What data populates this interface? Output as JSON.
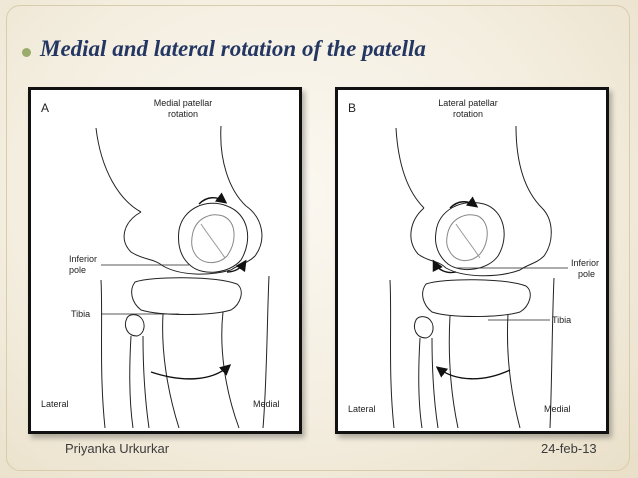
{
  "slide": {
    "title": "Medial and lateral rotation of the patella",
    "author": "Priyanka Urkurkar",
    "date": "24-feb-13"
  },
  "panels": [
    {
      "letter": "A",
      "heading_lines": [
        "Medial patellar",
        "rotation"
      ],
      "label_inferior_pole_lines": [
        "Inferior",
        "pole"
      ],
      "label_tibia": "Tibia",
      "label_lateral": "Lateral",
      "label_medial": "Medial"
    },
    {
      "letter": "B",
      "heading_lines": [
        "Lateral patellar",
        "rotation"
      ],
      "label_inferior_pole_lines": [
        "Inferior",
        "pole"
      ],
      "label_tibia": "Tibia",
      "label_lateral": "Lateral",
      "label_medial": "Medial"
    }
  ]
}
